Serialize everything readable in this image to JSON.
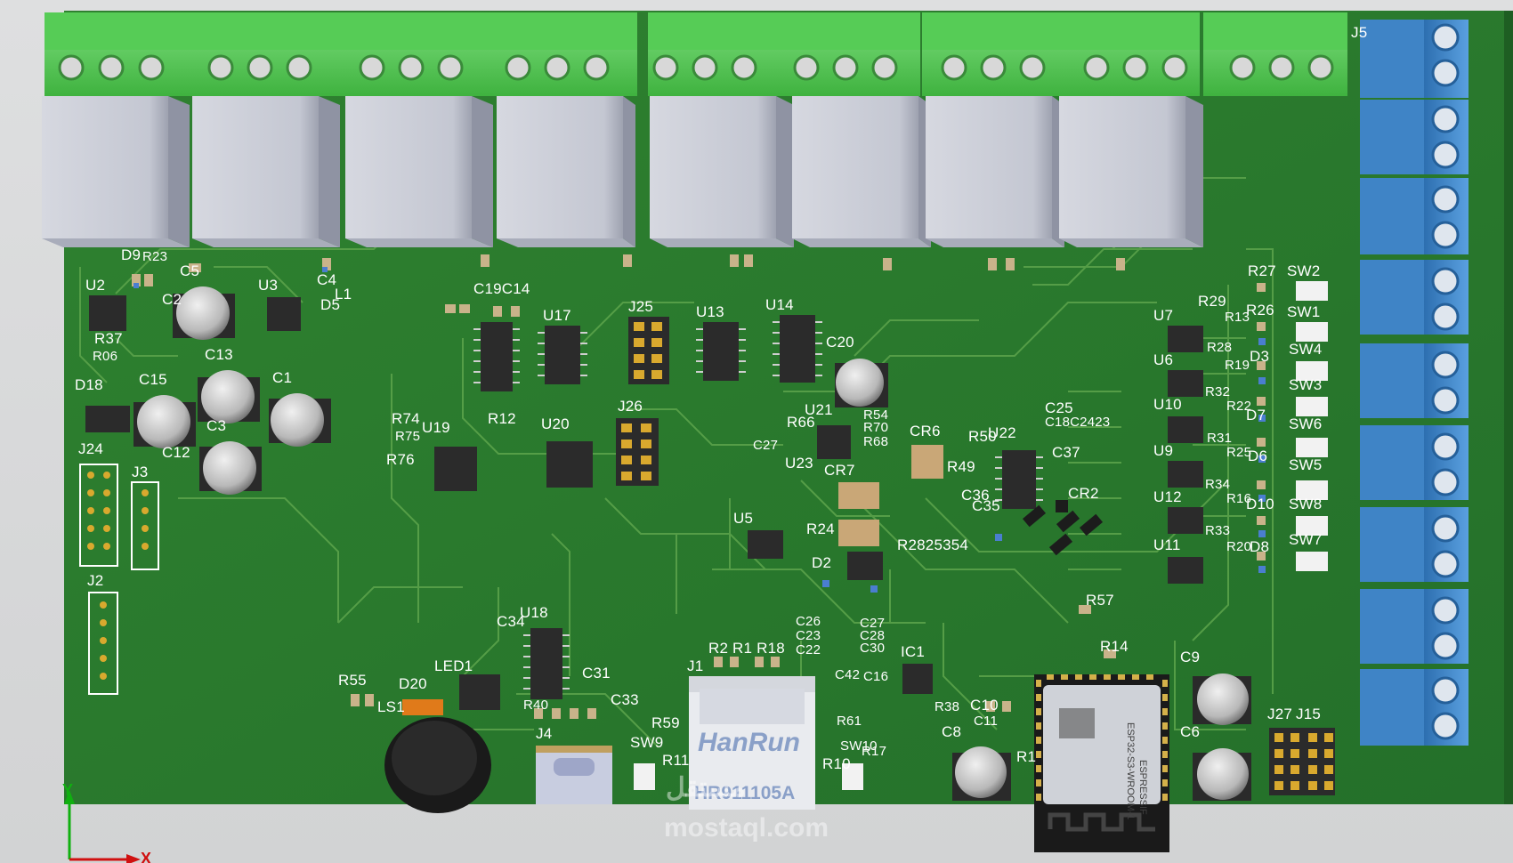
{
  "colors": {
    "board": "#2a7a2a",
    "trace": "#5aa24a",
    "terminal_green": "#5ccf5c",
    "terminal_blue": "#4a8fd0",
    "relay": "#c9ccd6",
    "label": "#ffffff",
    "axis_y": "#10b010",
    "axis_x": "#d01010"
  },
  "top_relays": [
    "",
    "",
    "",
    "",
    "",
    "",
    "",
    ""
  ],
  "labels": {
    "j5": "J5",
    "d9": "D9",
    "r23": "R23",
    "u2": "U2",
    "c5": "C5",
    "u3": "U3",
    "c4": "C4",
    "l1": "L1",
    "d5": "D5",
    "c2": "C2",
    "c13": "C13",
    "r37": "R37",
    "r06": "R06",
    "d18": "D18",
    "c15": "C15",
    "c1": "C1",
    "c3": "C3",
    "c12": "C12",
    "j24": "J24",
    "j3": "J3",
    "j2": "J2",
    "c19c14": "C19C14",
    "u17": "U17",
    "j25": "J25",
    "u13": "U13",
    "u14": "U14",
    "c20": "C20",
    "r74": "R74",
    "r75": "R75",
    "u19": "U19",
    "r76": "R76",
    "r12": "R12",
    "u20": "U20",
    "j26": "J26",
    "u21": "U21",
    "r54": "R54",
    "r66": "R66",
    "r70": "R70",
    "r68": "R68",
    "cr6": "CR6",
    "r50": "R50",
    "u22": "U22",
    "c25": "C25",
    "c18c24": "C18C2423",
    "c27": "C27",
    "c37": "C37",
    "r49": "R49",
    "u23": "U23",
    "cr7": "CR7",
    "c36": "C36",
    "c35": "C35",
    "cr2": "CR2",
    "u5": "U5",
    "r24": "R24",
    "d2": "D2",
    "r28": "R2825354",
    "r27": "R27",
    "sw2": "SW2",
    "r29": "R29",
    "r13": "R13",
    "r26": "R26",
    "sw1": "SW1",
    "u7": "U7",
    "r28b": "R28",
    "r19": "R19",
    "d3": "D3",
    "sw4": "SW4",
    "u6": "U6",
    "r32": "R32",
    "r22": "R22",
    "d7": "D7",
    "sw3": "SW3",
    "u10": "U10",
    "r31": "R31",
    "sw6": "SW6",
    "u9": "U9",
    "r25": "R25",
    "d6": "D6",
    "sw5": "SW5",
    "r34": "R34",
    "r16": "R16",
    "d10": "D10",
    "sw8": "SW8",
    "u12": "U12",
    "r33": "R33",
    "sw7": "SW7",
    "u11": "U11",
    "r20": "R20",
    "d8": "D8",
    "r57": "R57",
    "r14": "R14",
    "c9": "C9",
    "c6": "C6",
    "j27": "J27",
    "j15": "J15",
    "u18": "U18",
    "c34": "C34",
    "c31": "C31",
    "c33": "C33",
    "r55": "R55",
    "d20": "D20",
    "led1": "LED1",
    "ls1": "LS1",
    "r40": "R40",
    "r59": "R59",
    "sw9": "SW9",
    "r11": "R11",
    "j4": "J4",
    "j1": "J1",
    "r2r1r18": "R2 R1 R18",
    "c26": "C26",
    "c23": "C23",
    "c22": "C22",
    "c27b": "C27",
    "c28": "C28",
    "c30": "C30",
    "ic1": "IC1",
    "c42": "C42",
    "c16": "C16",
    "r38": "R38",
    "c10": "C10",
    "c11": "C11",
    "c8": "C8",
    "r61": "R61",
    "sw10": "SW10",
    "r17": "R17",
    "r10": "R10",
    "r1": "R1"
  },
  "rj45": {
    "brand": "HanRun",
    "model": "HR911105A"
  },
  "esp_module": {
    "brand": "ESPRESSIF",
    "model": "ESP32-S3-WROOM-1"
  },
  "watermark": {
    "arabic": "مستقل",
    "latin": "mostaql.com"
  },
  "axes": {
    "x": "X",
    "y": "Y"
  }
}
